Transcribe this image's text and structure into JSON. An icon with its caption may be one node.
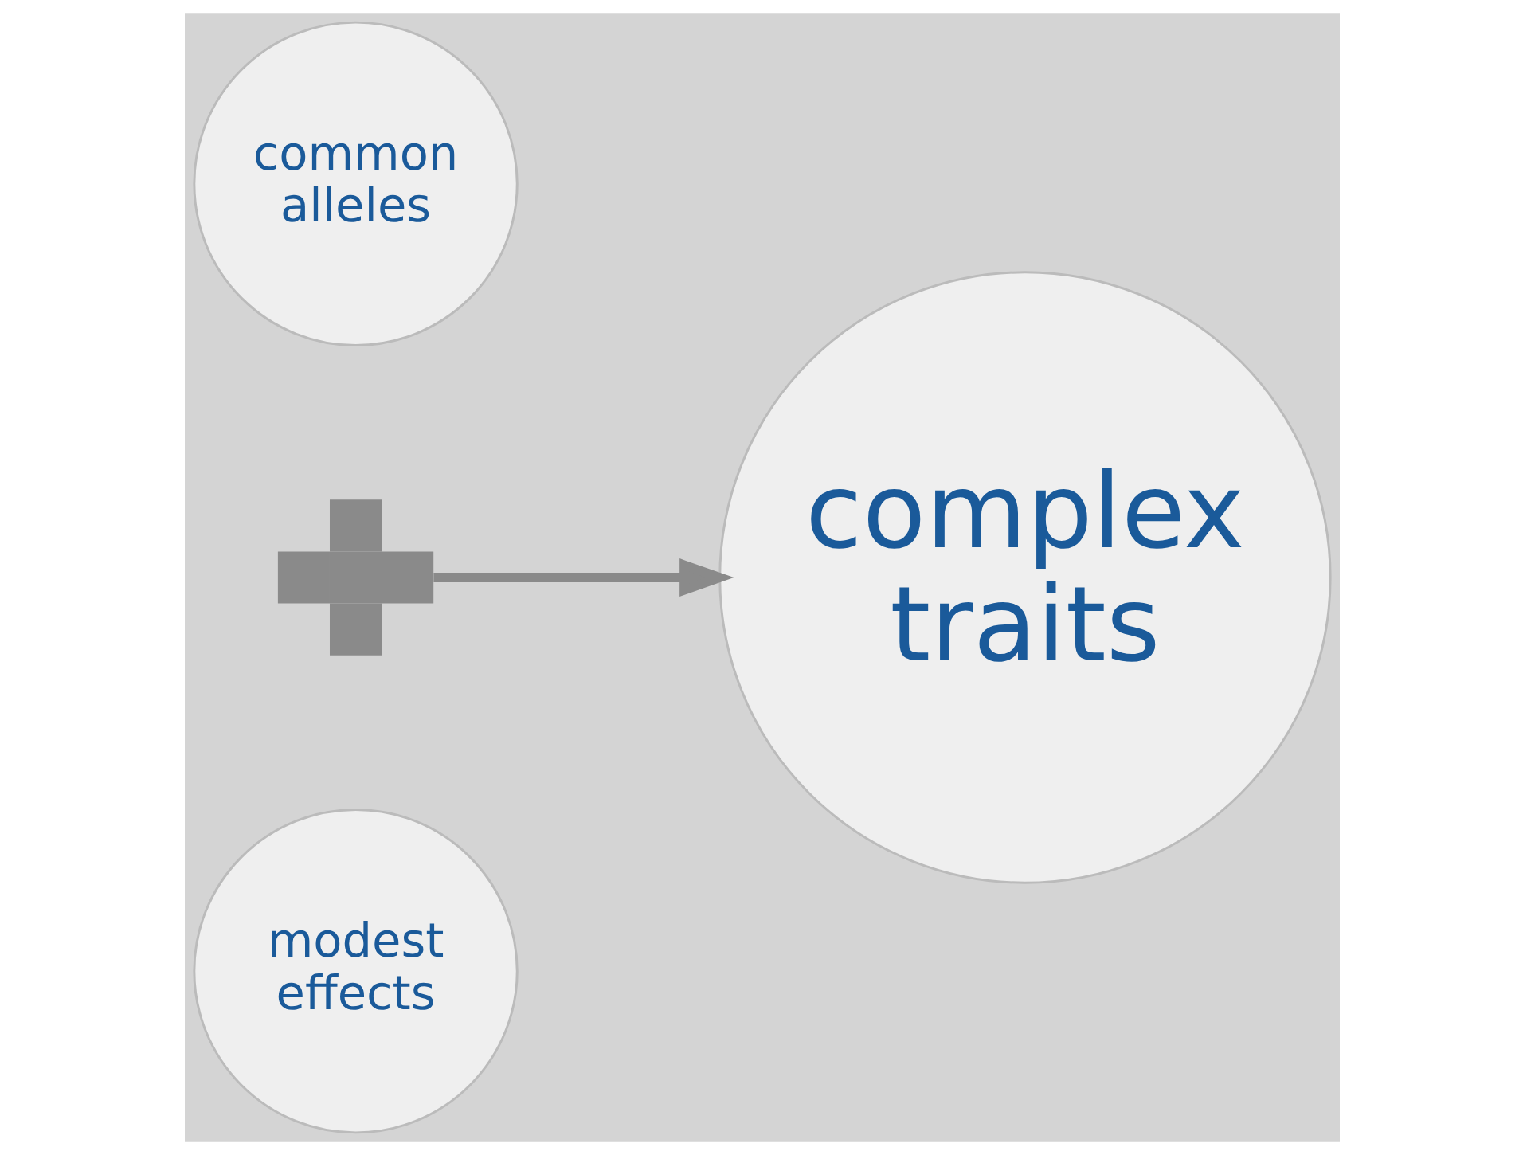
{
  "diagram": {
    "nodes": [
      {
        "text": [
          "common alleles"
        ]
      },
      {
        "text": [],
        "shape": "plus"
      },
      {
        "text": [
          "modest effects"
        ]
      },
      {
        "text": [
          "complex traits"
        ]
      }
    ],
    "edges": [
      {
        "from": 1,
        "to": 3,
        "arrow": "to"
      }
    ]
  }
}
